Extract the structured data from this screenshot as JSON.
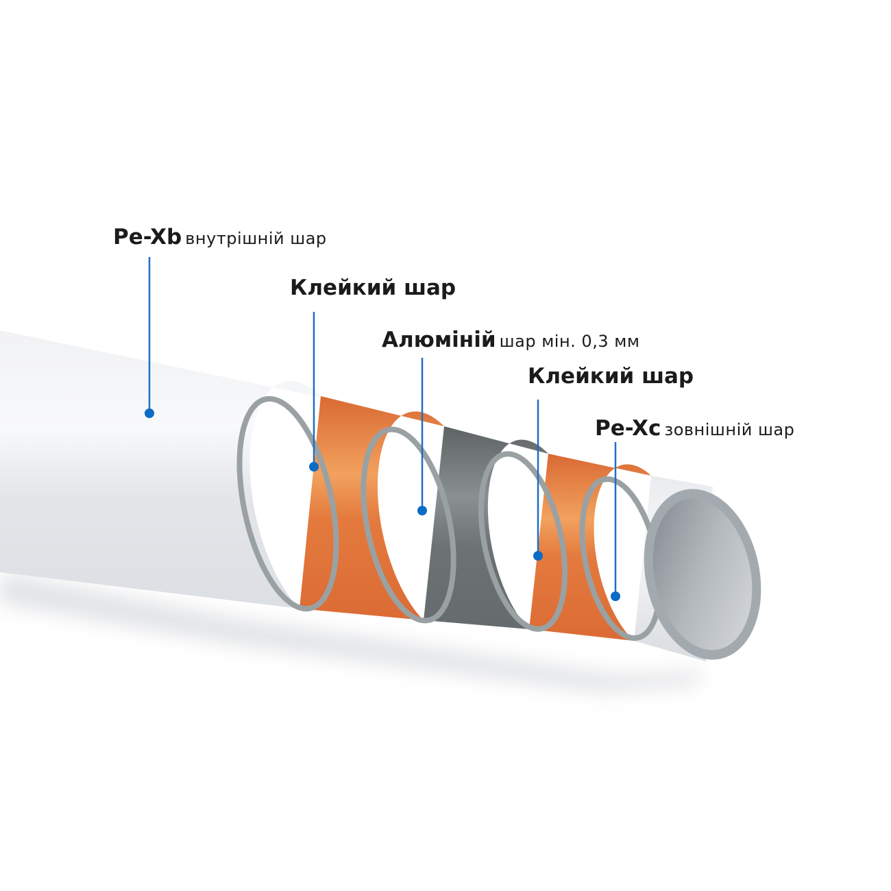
{
  "layers": [
    {
      "id": "pe-xb",
      "name": "Pe-Xb",
      "note": "внутрішній шар"
    },
    {
      "id": "adhesive-1",
      "name": "Клейкий шар",
      "note": ""
    },
    {
      "id": "aluminium",
      "name": "Алюміній",
      "note": "шар мін. 0,3 мм"
    },
    {
      "id": "adhesive-2",
      "name": "Клейкий шар",
      "note": ""
    },
    {
      "id": "pe-xc",
      "name": "Pe-Xc",
      "note": "зовнішній шар"
    }
  ],
  "colors": {
    "pipe_white": "#e6e8ec",
    "adhesive_orange": "#e36f35",
    "aluminium_gray": "#6d7274",
    "rim_gray": "#9aa1a3",
    "bore_gray": "#aab0b5",
    "leader_blue": "#1f6fc2",
    "marker_blue": "#0b6cc4",
    "text": "#1b1b1b"
  }
}
